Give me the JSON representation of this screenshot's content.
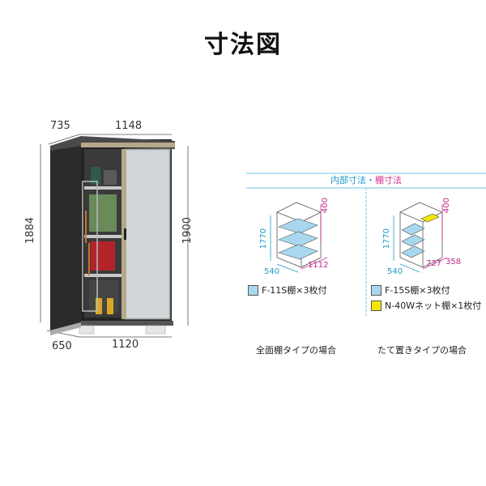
{
  "title": "寸法図",
  "shed": {
    "top_depth": "735",
    "top_width": "1148",
    "left_height": "1884",
    "right_height": "1900",
    "bottom_depth": "650",
    "bottom_width": "1120"
  },
  "interior": {
    "header_blue": "内部寸法",
    "header_dot": "・",
    "header_pink": "棚寸法",
    "left": {
      "height": "1770",
      "depth": "540",
      "width": "1112",
      "top": "400",
      "legend": [
        {
          "label": "F-11S棚×3枚付",
          "color": "#a8d8f0"
        }
      ],
      "caption": "全面棚タイプの場合"
    },
    "right": {
      "height": "1770",
      "depth": "540",
      "width_a": "727",
      "width_b": "358",
      "top": "400",
      "legend": [
        {
          "label": "F-15S棚×3枚付",
          "color": "#a8d8f0"
        },
        {
          "label": "N-40Wネット棚×1枚付",
          "color": "#f4e800"
        }
      ],
      "caption": "たて置きタイプの場合"
    }
  }
}
